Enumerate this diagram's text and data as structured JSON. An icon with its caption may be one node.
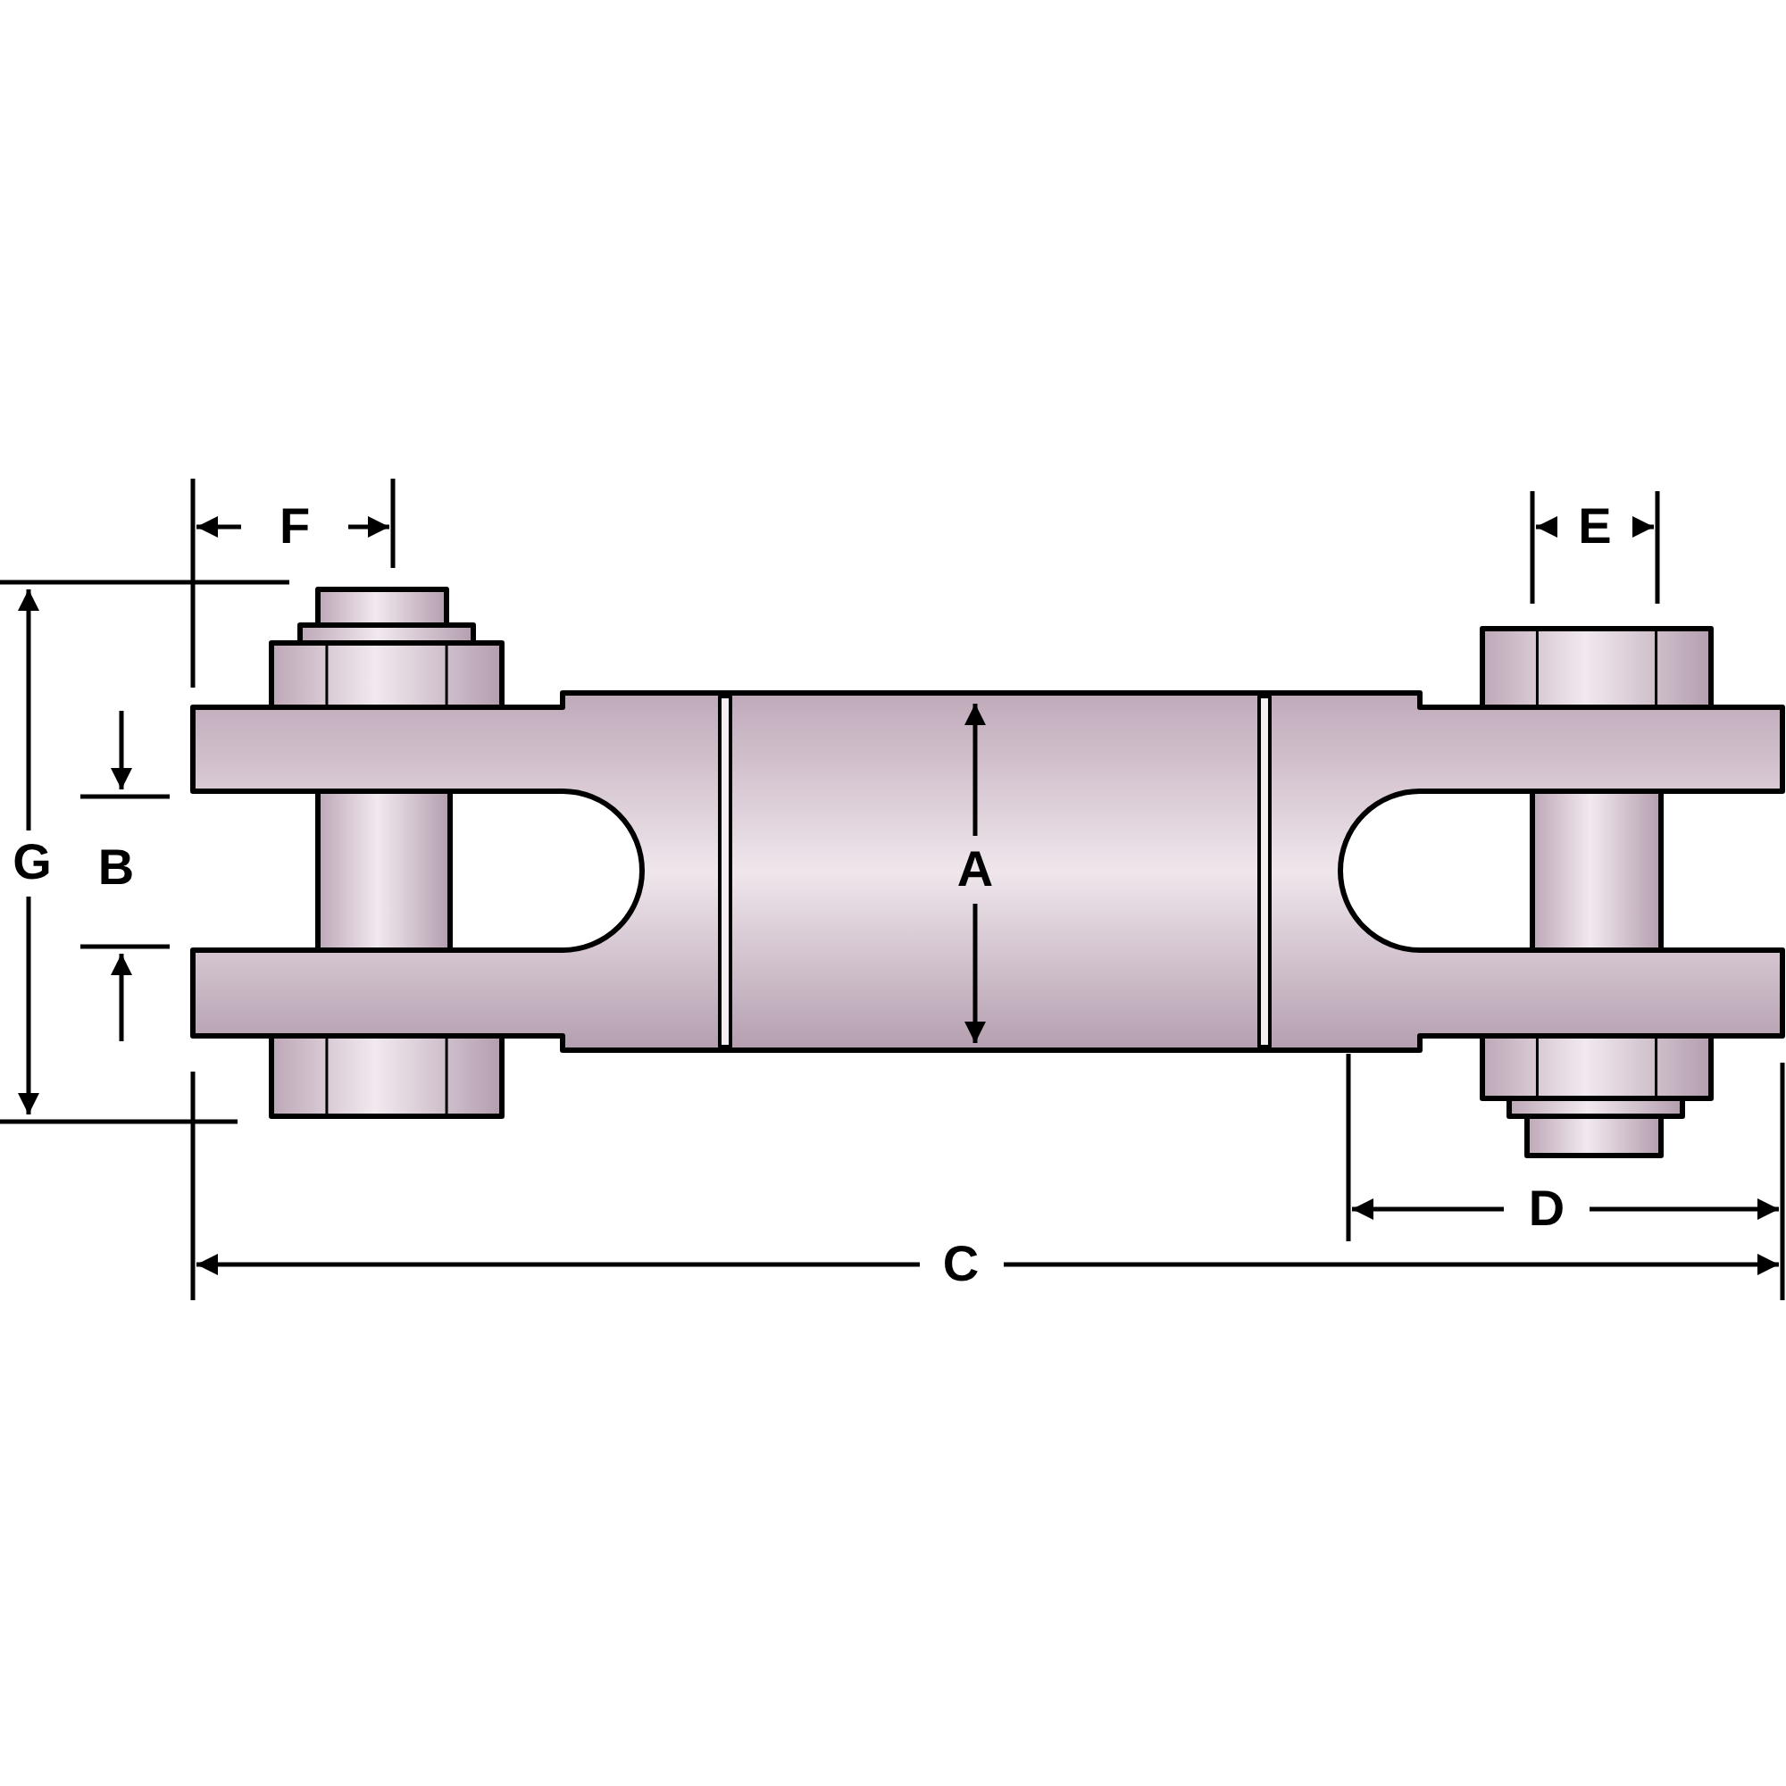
{
  "diagram": {
    "labels": [
      "F",
      "E",
      "G",
      "B",
      "A",
      "D",
      "C"
    ]
  }
}
